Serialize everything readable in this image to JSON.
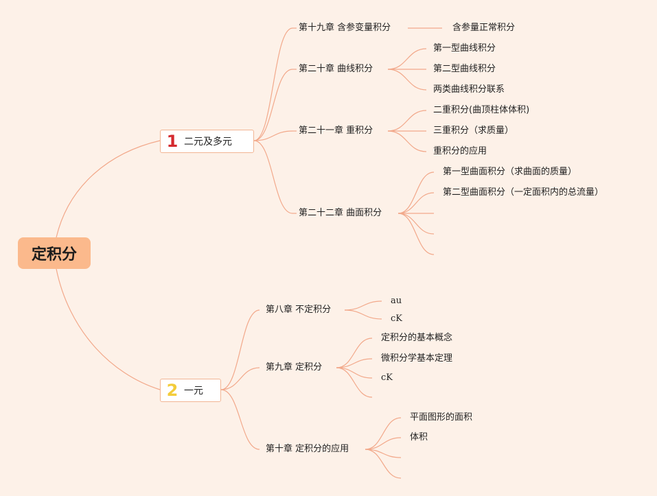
{
  "colors": {
    "background": "#fdf1e8",
    "link": "#f2a88a",
    "root_fill": "#fbb98c",
    "badge_1": "#d42a2f",
    "badge_2": "#f3cc3a"
  },
  "root": {
    "label": "定积分"
  },
  "branches": [
    {
      "number": "1",
      "label": "二元及多元",
      "chapters": [
        {
          "label": "第十九章 含参变量积分",
          "topics": [
            "含参量正常积分"
          ]
        },
        {
          "label": "第二十章 曲线积分",
          "topics": [
            "第一型曲线积分",
            "第二型曲线积分",
            "两类曲线积分联系"
          ]
        },
        {
          "label": "第二十一章 重积分",
          "topics": [
            "二重积分(曲顶柱体体积)",
            "三重积分（求质量）",
            "重积分的应用"
          ]
        },
        {
          "label": "第二十二章 曲面积分",
          "topics": [
            "第一型曲面积分（求曲面的质量）",
            "第二型曲面积分（一定面积内的总流量）",
            "",
            "",
            ""
          ]
        }
      ]
    },
    {
      "number": "2",
      "label": "一元",
      "chapters": [
        {
          "label": "第八章 不定积分",
          "topics": [
            "au",
            "cK"
          ]
        },
        {
          "label": "第九章 定积分",
          "topics": [
            "定积分的基本概念",
            "微积分学基本定理",
            "cK",
            ""
          ]
        },
        {
          "label": "第十章 定积分的应用",
          "topics": [
            "平面图形的面积",
            "体积",
            "",
            ""
          ]
        }
      ]
    }
  ]
}
